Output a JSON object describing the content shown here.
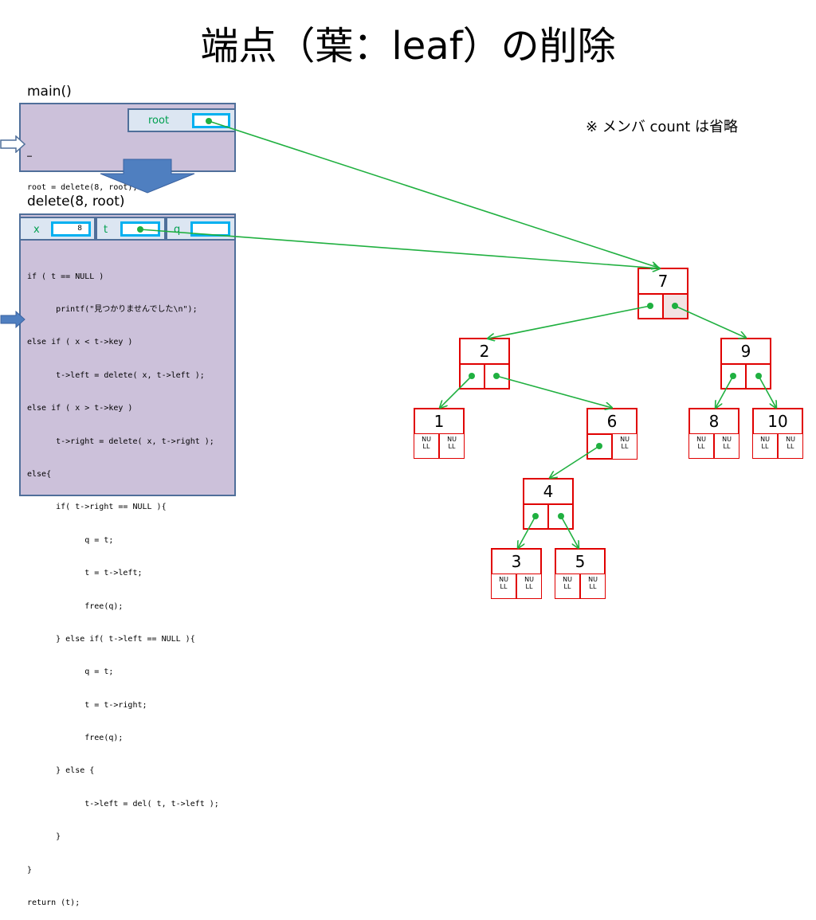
{
  "title": "端点（葉：leaf）の削除",
  "note": "※ メンバ count は省略",
  "main_frame": {
    "label": "main()",
    "var_root": "root",
    "code_lines": [
      "…",
      "root = delete(8, root);",
      "…"
    ]
  },
  "delete_frame": {
    "label": "delete(8, root)",
    "var_x": "x",
    "x_value": "8",
    "var_t": "t",
    "var_q": "q",
    "code_lines": [
      "if ( t == NULL )",
      "      printf(\"見つかりませんでした\\n\");",
      "else if ( x < t->key )",
      "      t->left = delete( x, t->left );",
      "else if ( x > t->key )",
      "      t->right = delete( x, t->right );",
      "else{",
      "      if( t->right == NULL ){",
      "            q = t;",
      "            t = t->left;",
      "            free(q);",
      "      } else if( t->left == NULL ){",
      "            q = t;",
      "            t = t->right;",
      "            free(q);",
      "      } else {",
      "            t->left = del( t, t->left );",
      "      }",
      "}",
      "return (t);"
    ]
  },
  "tree": {
    "nodes": [
      {
        "id": "n7",
        "key": "7"
      },
      {
        "id": "n2",
        "key": "2"
      },
      {
        "id": "n9",
        "key": "9"
      },
      {
        "id": "n1",
        "key": "1"
      },
      {
        "id": "n6",
        "key": "6"
      },
      {
        "id": "n8",
        "key": "8"
      },
      {
        "id": "n10",
        "key": "10"
      },
      {
        "id": "n4",
        "key": "4"
      },
      {
        "id": "n3",
        "key": "3"
      },
      {
        "id": "n5",
        "key": "5"
      }
    ],
    "null_text": [
      "NU",
      "LL"
    ]
  },
  "colors": {
    "frame_fill": "#ccc1da",
    "frame_border": "#4f6f9a",
    "pointer_slot": "#00b0f0",
    "node_border": "#e00000",
    "arrow": "#20b040"
  }
}
